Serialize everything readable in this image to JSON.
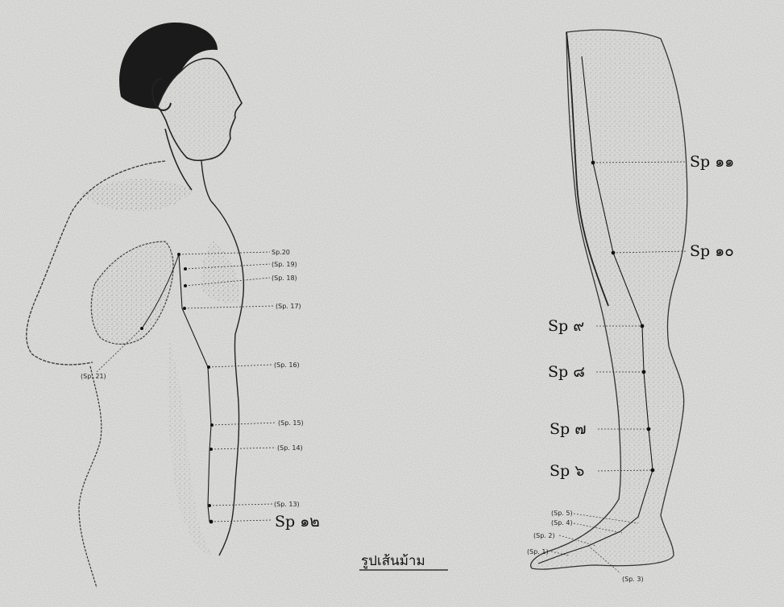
{
  "caption": "รูปเส้นม้าม",
  "torso_points": {
    "sp20": "Sp.20",
    "sp19": "(Sp. 19)",
    "sp18": "(Sp. 18)",
    "sp17": "(Sp. 17)",
    "sp21": "(Sp. 21)",
    "sp16": "(Sp. 16)",
    "sp15": "(Sp. 15)",
    "sp14": "(Sp. 14)",
    "sp13": "(Sp. 13)",
    "sp12": "Sp ๑๒"
  },
  "leg_points": {
    "sp11": "Sp ๑๑",
    "sp10": "Sp ๑๐",
    "sp9": "Sp ๙",
    "sp8": "Sp ๘",
    "sp7": "Sp ๗",
    "sp6": "Sp ๖",
    "sp5": "(Sp. 5)",
    "sp4": "(Sp. 4)",
    "sp2": "(Sp. 2)",
    "sp1": "(Sp. 1)",
    "sp3": "(Sp. 3)"
  },
  "colors": {
    "paper": "#ebebe9",
    "ink": "#111111"
  }
}
